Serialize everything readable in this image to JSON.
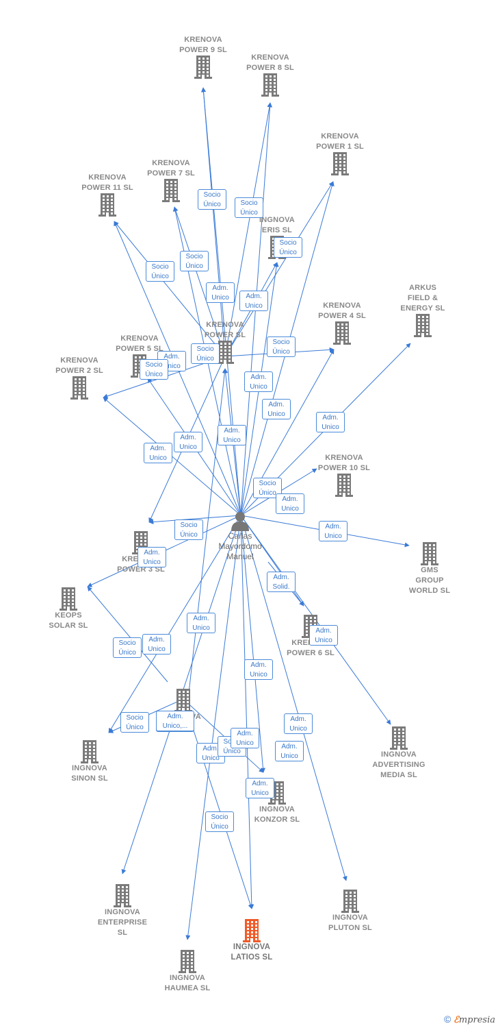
{
  "colors": {
    "edge": "#3a7ad6",
    "building": "#7a7a7a",
    "focus_building": "#f05a28",
    "label_border": "#4a8ad8"
  },
  "person": {
    "name": "Cañas\nMayordomo\nManuel",
    "icon": "person-icon"
  },
  "companies": [
    {
      "id": "p9",
      "name": "KRENOVA\nPOWER 9  SL"
    },
    {
      "id": "p8",
      "name": "KRENOVA\nPOWER 8  SL"
    },
    {
      "id": "p1",
      "name": "KRENOVA\nPOWER 1  SL"
    },
    {
      "id": "p7",
      "name": "KRENOVA\nPOWER 7  SL"
    },
    {
      "id": "p11",
      "name": "KRENOVA\nPOWER 11  SL"
    },
    {
      "id": "eris",
      "name": "INGNOVA\nERIS  SL"
    },
    {
      "id": "arkus",
      "name": "ARKUS\nFIELD &\nENERGY  SL"
    },
    {
      "id": "p4",
      "name": "KRENOVA\nPOWER 4  SL"
    },
    {
      "id": "pw",
      "name": "KRENOVA\nPOWER  SL"
    },
    {
      "id": "p5",
      "name": "KRENOVA\nPOWER 5  SL"
    },
    {
      "id": "p2",
      "name": "KRENOVA\nPOWER 2  SL"
    },
    {
      "id": "p10",
      "name": "KRENOVA\nPOWER 10  SL"
    },
    {
      "id": "p3",
      "name": "KRENOVA\nPOWER 3  SL"
    },
    {
      "id": "gms",
      "name": "GMS\nGROUP\nWORLD  SL"
    },
    {
      "id": "keops",
      "name": "KEOPS\nSOLAR  SL"
    },
    {
      "id": "p6",
      "name": "KRENOVA\nPOWER 6  SL"
    },
    {
      "id": "ing",
      "name": "INGNOVA\nSL"
    },
    {
      "id": "adv",
      "name": "INGNOVA\nADVERTISING\nMEDIA  SL"
    },
    {
      "id": "sinon",
      "name": "INGNOVA\nSINON  SL"
    },
    {
      "id": "konzor",
      "name": "INGNOVA\nKONZOR  SL"
    },
    {
      "id": "enterprise",
      "name": "INGNOVA\nENTERPRISE\nSL"
    },
    {
      "id": "pluton",
      "name": "INGNOVA\nPLUTON  SL"
    },
    {
      "id": "latios",
      "name": "INGNOVA\nLATIOS  SL",
      "focus": true
    },
    {
      "id": "haumea",
      "name": "INGNOVA\nHAUMEA  SL"
    }
  ],
  "edge_labels": [
    "Socio\nÚnico",
    "Socio\nÚnico",
    "Socio\nÚnico",
    "Socio\nÚnico",
    "Socio\nÚnico",
    "Adm.\nUnico",
    "Adm.\nUnico",
    "Socio\nÚnico",
    "Socio\nÚnico",
    "Adm.\nUnico",
    "Adm.\nUnico",
    "Socio\nÚnico",
    "Adm.\nUnico",
    "Adm.\nUnico",
    "Socio\nÚnico",
    "Adm.\nUnico",
    "Adm.\nUnico",
    "Adm.\nUnico",
    "Adm.\nUnico",
    "Socio\nÚnico",
    "Adm.\nUnico",
    "Adm.\nUnico",
    "Adm.\nSolid.",
    "Adm.\nUnico",
    "Adm.\nUnico",
    "Adm.\nUnico",
    "Socio\nÚnico",
    "Adm.\nUnico",
    "Adm.\nUnico,...",
    "Adm.\nUnico",
    "Socio\nÚnico",
    "Adm.\nUnico,...",
    "Adm.\nUnico",
    "Socio\nÚnico",
    "Adm.\nUnico",
    "Adm.\nUnico",
    "Socio\nÚnico",
    "Adm.\nUnico"
  ],
  "footer": {
    "copyright": "©",
    "brand_first": "ℰ",
    "brand_rest": "mpresia"
  }
}
